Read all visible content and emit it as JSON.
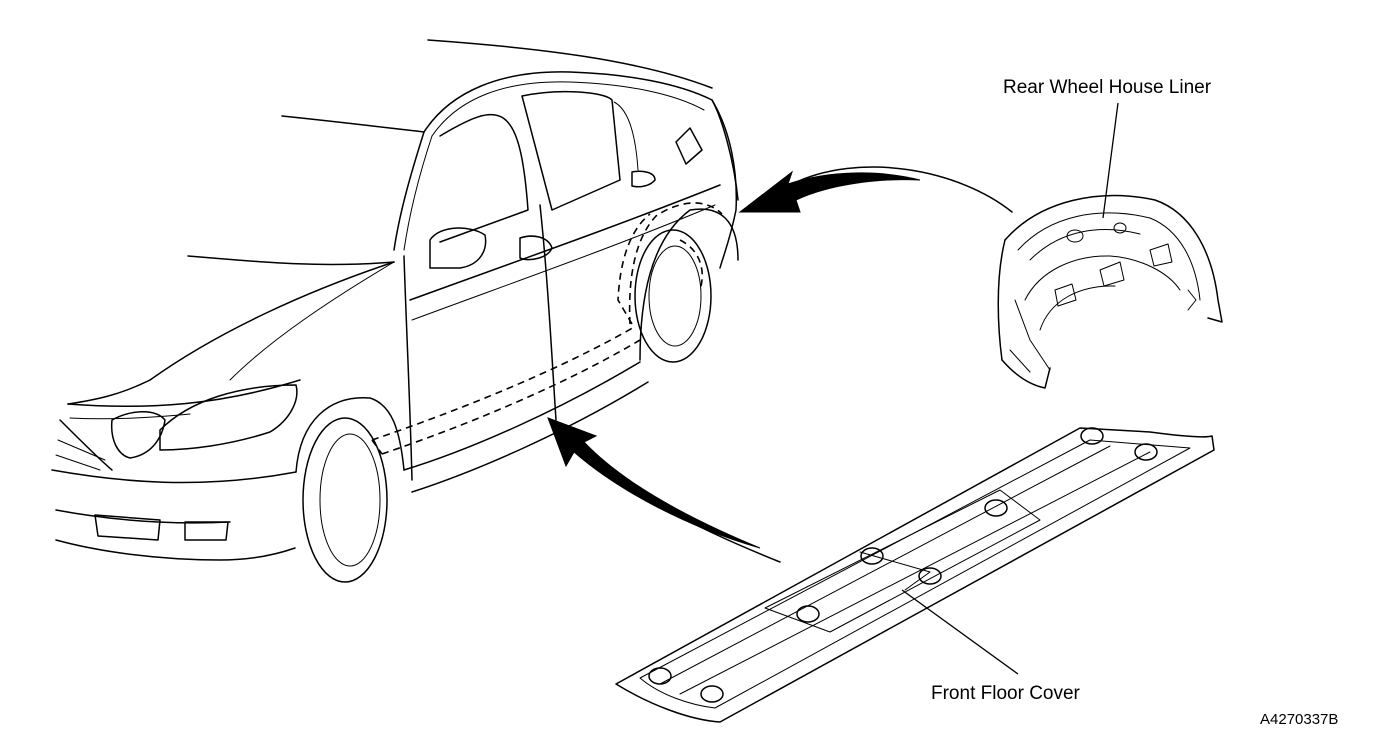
{
  "diagram": {
    "labels": {
      "rear_wheel_house_liner": "Rear Wheel House Liner",
      "front_floor_cover": "Front Floor Cover",
      "figure_code": "A4270337B"
    },
    "parts": [
      "car-body-outline",
      "rear-wheel-house-liner",
      "front-floor-cover"
    ],
    "arrows": [
      "arrow-liner-to-rear-wheel",
      "arrow-cover-to-rocker"
    ]
  }
}
